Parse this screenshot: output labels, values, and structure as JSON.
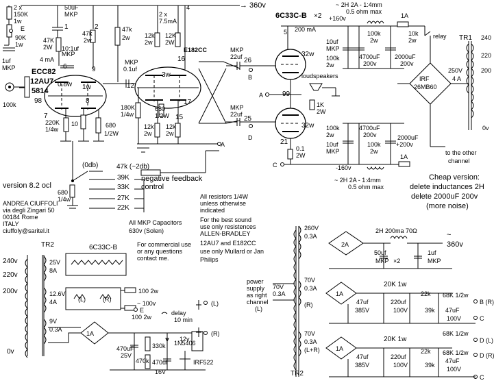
{
  "labels": {
    "hv_out": "→ 360v",
    "tube_out": "6C33C-B",
    "tube_out_qty": "×2",
    "ecc82": "ECC82",
    "a12au7": "12AU7",
    "a5814": "5814",
    "e182cc": "E182CC",
    "choke_top": "~ 2H   2A - 1:4mm",
    "choke_top_ohm": "0.5 ohm max",
    "choke_bot": "~ 2H   2A - 1:4mm",
    "choke_bot_ohm": "0.5 ohm max",
    "plus160": "+160v",
    "minus160": "-160v",
    "tr1": "TR1",
    "tr2": "TR2",
    "tr2b": "TR2",
    "bridge": "IRF",
    "bridge2": "26MB60",
    "v250": "250V",
    "a4": "4 A",
    "relay": "relay",
    "fuse1": "1A",
    "fuse2": "1A",
    "other_ch": "to the other",
    "other_ch2": "channel",
    "version": "version 8.2 ocl",
    "author": [
      "ANDREA CIUFFOLI",
      "via degli Zingari 50",
      "00184 Rome",
      "ITALY",
      "ciuffoly@saritel.it"
    ],
    "nfb_title": "47k (~2db)",
    "nfb_label": "negative feedback",
    "nfb_ctrl": "control",
    "odb": "(0db)",
    "nfb_res": [
      "39K",
      "33K",
      "27K",
      "22K"
    ],
    "r680": "680",
    "r680w": "1/4w",
    "notes": [
      "All resistors 1/4W",
      "unless otherwise",
      "indicated",
      "For the best sound",
      "use only resistences",
      "ALLEN-BRADLEY",
      "12AU7 and E182CC",
      "use only Mullard or Jan",
      "Philips"
    ],
    "caps_note": [
      "All MKP Capacitors",
      "630v (Solen)"
    ],
    "commercial": [
      "For commercial use",
      "or any questions",
      "contact me."
    ],
    "cheap": [
      "Cheap version:",
      "delete inductances 2H",
      "delete 2000uF 200v",
      "(more noise)"
    ],
    "sup_note": [
      "power",
      "supply",
      "as right",
      "channel",
      "(L)"
    ],
    "values": {
      "r150k": "2 x\n150K\n1w",
      "e_label": "E",
      "r90k": "90K",
      "r1w": "1w",
      "cap1": "1uf",
      "mkp": "MKP",
      "r100k": "100k",
      "c50uf": "50uF",
      "c50mkp": "MKP",
      "n1": "1",
      "n2": "2",
      "r47k": "47K",
      "r2w": "2W",
      "ma4": "4 mA",
      "r47k2": "47k",
      "r2w2": "2w",
      "c10": "10:1uf",
      "mkp2": "MKP",
      "n6": "6",
      "n9": "9",
      "n8": "8",
      "n7": "7",
      "n98": "98",
      "w08": "0.8w",
      "w1": "1w",
      "r220k": "220K",
      "r14w": "1/4w",
      "r10": "10",
      "r680b": "680",
      "r12w": "1/2W",
      "mkp3": "MKP",
      "c01": "0.1uf",
      "n12": "12",
      "r180k": "180K",
      "r14w2": "1/4w",
      "x2": "2 x",
      "ma75": "7.5mA",
      "r12k": "12k",
      "r2w3": "2w",
      "r12k2": "12K",
      "r2w4": "2W",
      "n4": "4",
      "n16": "16",
      "w3": "3w",
      "n17": "17",
      "n15": "15",
      "r680c": "680",
      "r12wb": "1/2W",
      "r12kb": "12k",
      "r2wb": "2w",
      "r12kc": "12k",
      "r2wc": "2w",
      "a_lbl": "A",
      "b_lbl": "B",
      "c_lbl": "C",
      "d_lbl": "D",
      "mkp22a": "MKP",
      "c22a": "22uf",
      "n26": "26",
      "mkp22b": "MKP",
      "c22b": "22uf",
      "n25": "25",
      "n5": "5",
      "ma200": "200 mA",
      "w32": "32w",
      "w32b": "32w",
      "n99": "99",
      "n21": "21",
      "r01": "0.1",
      "r2w5": "2W",
      "speakers": "loudspeakers",
      "r1k": "1K",
      "r2w6": "2W",
      "c10uf": "10uf",
      "mkp4": "MKP",
      "r100k2": "100k",
      "r2w7": "2w",
      "c4700": "4700uF",
      "v200": "200v",
      "c2000": "2000uF",
      "v200b": "200v",
      "r10k": "10k",
      "r2w8": "2w",
      "v0": "0v",
      "v220": "220",
      "v240": "240",
      "v200t": "200",
      "tr2_25v": "25V",
      "tr2_8a": "8A",
      "tr2_126": "12.6V",
      "tr2_4a": "4A",
      "tr2_9v": "9V",
      "tr2_03a": "0.3A",
      "l_lbl": "(L)",
      "r_lbl": "(R)",
      "r100": "100 2w",
      "v100": "~ 100v",
      "r1002": "100 2w",
      "delay": "delay",
      "min10": "10 min",
      "c470": "470uF",
      "v25": "25V",
      "r330k": "330k",
      "r470k": "470k",
      "c470b": "470uf",
      "v16": "16V",
      "d1n": "1N5406",
      "v12": "12v",
      "irf": "IRF522",
      "a1": "1A",
      "v260": "260V",
      "a03": "0.3A",
      "h2": "2H 200ma 70Ω",
      "a2": "2A",
      "c50": "50uf",
      "mkp5": "MKP",
      "x2b": "×2",
      "c1": "1uf",
      "mkp6": "MKP",
      "v70": "70V",
      "a03b": "0.3A",
      "k20": "20K 1w",
      "k22": "22k",
      "k68": "68K 1/2w",
      "c47": "47uF",
      "v100b": "100V",
      "c220": "220uf",
      "v100c": "100V",
      "v385": "385V",
      "k39": "39k",
      "lr": "(L+R)",
      "volt_240": "240v",
      "volt_220": "220v",
      "volt_200": "200v",
      "volt_0": "0v"
    }
  }
}
